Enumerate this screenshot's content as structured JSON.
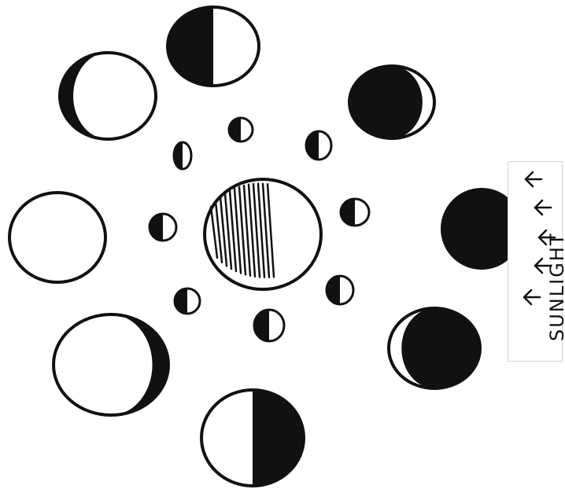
{
  "diagram": {
    "sunlight_label": "SUNLIGHT",
    "colors": {
      "ink": "#111111",
      "paper": "#ffffff",
      "label_border": "#d6d6d6"
    },
    "center_body": "earth-hatched",
    "outer_phases": [
      "full",
      "waxing-gibbous",
      "first-quarter",
      "waxing-crescent",
      "new",
      "waning-crescent",
      "third-quarter",
      "waning-gibbous"
    ],
    "inner_moons": 8,
    "sunlight_arrows": 5
  }
}
